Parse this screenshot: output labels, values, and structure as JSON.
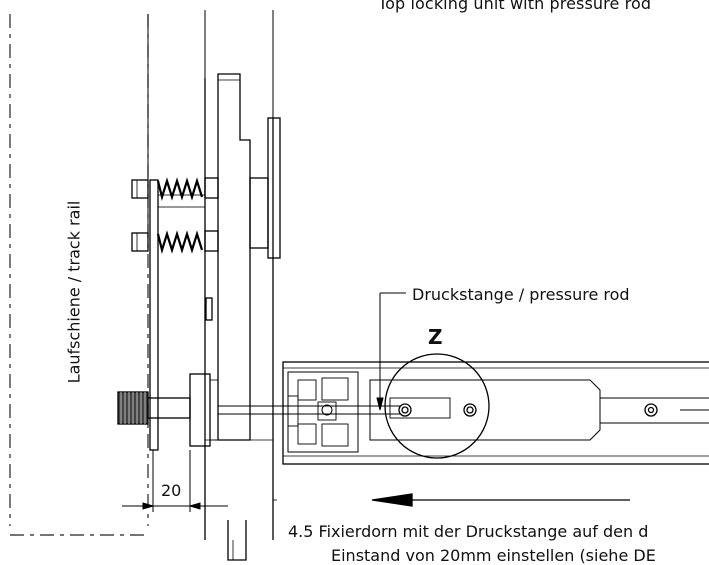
{
  "title": "Top locking unit with pressure rod",
  "labels": {
    "track_rail": "Laufschiene / track rail",
    "pressure_rod": "Druckstange / pressure rod",
    "detail": "Z",
    "dimension": "20"
  },
  "instruction": {
    "line1": "4.5 Fixierdorn mit der Druckstange auf den d",
    "line2": "Einstand von 20mm einstellen (siehe DE"
  },
  "colors": {
    "line": "#000000",
    "dash": "#222222",
    "background": "#ffffff"
  }
}
